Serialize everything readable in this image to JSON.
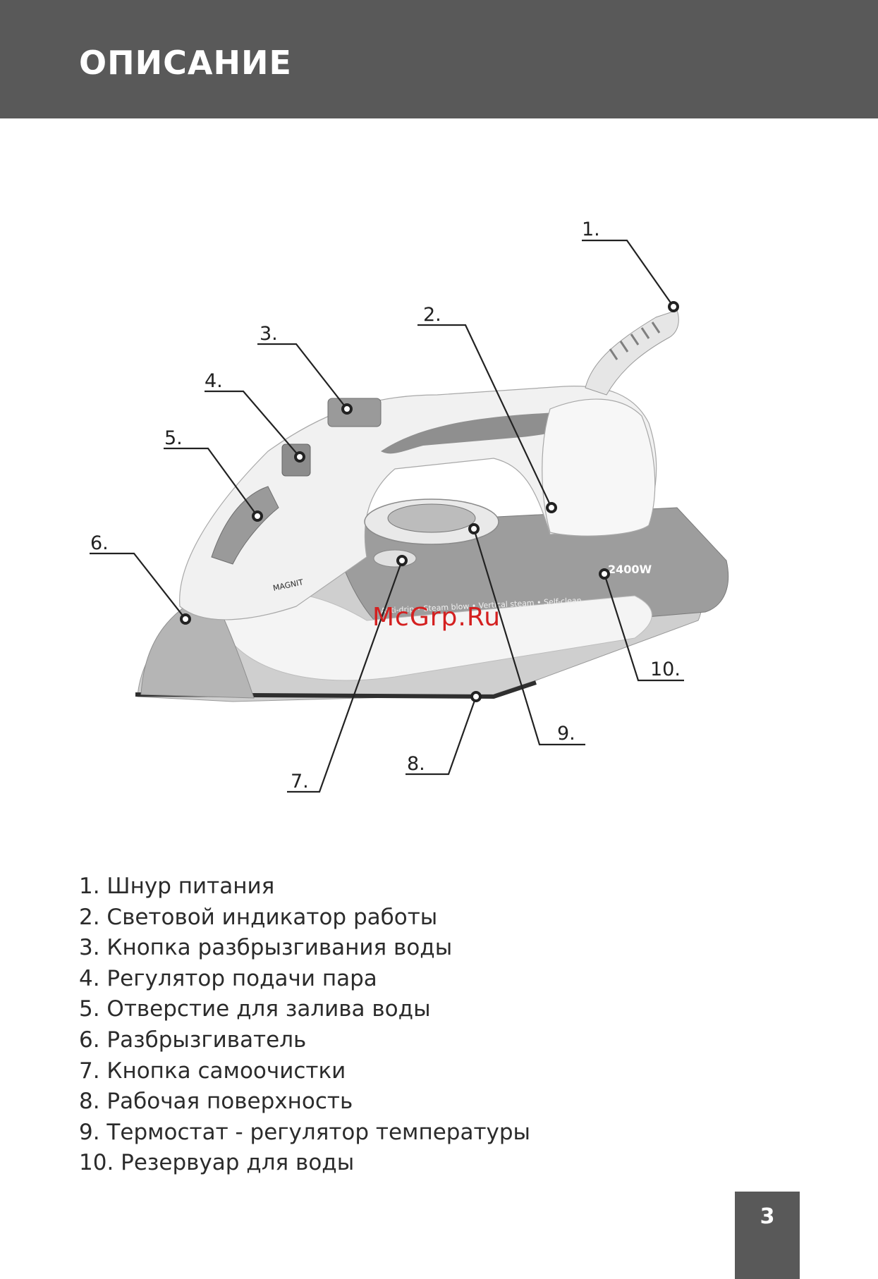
{
  "header": {
    "title": "ОПИСАНИЕ",
    "color": "#595959"
  },
  "callouts": [
    "1.",
    "2.",
    "3.",
    "4.",
    "5.",
    "6.",
    "7.",
    "8.",
    "9.",
    "10."
  ],
  "iron_prints": {
    "brand": "MAGNIT",
    "power": "2400W",
    "features": "Anti-drip • Steam blow • Vertical steam • Self-clean"
  },
  "watermark": "McGrp.Ru",
  "legend": [
    "1. Шнур питания",
    "2. Световой индикатор работы",
    "3. Кнопка разбрызгивания воды",
    "4. Регулятор подачи пара",
    "5. Отверстие для залива воды",
    "6. Разбрызгиватель",
    "7. Кнопка самоочистки",
    "8. Рабочая поверхность",
    "9. Термостат - регулятор температуры",
    "10. Резервуар для воды"
  ],
  "page_number": "3"
}
